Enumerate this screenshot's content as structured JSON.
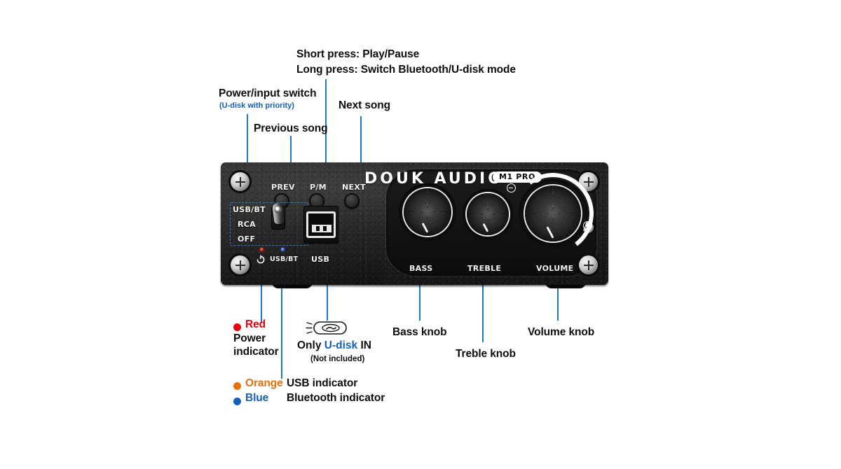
{
  "product": {
    "brand": "DOUK AUDIO",
    "model": "M1 PRO",
    "faceplate": {
      "buttons": [
        {
          "label": "PREV",
          "name": "prev-button"
        },
        {
          "label": "P/M",
          "name": "play-mode-button"
        },
        {
          "label": "NEXT",
          "name": "next-button"
        }
      ],
      "switch_positions": [
        "USB/BT",
        "RCA",
        "OFF"
      ],
      "indicator_labels": [
        "USB/BT"
      ],
      "port_label": "USB",
      "knob_labels": [
        "BASS",
        "TREBLE",
        "VOLUME"
      ],
      "volume_minus": "−",
      "volume_plus": "+"
    }
  },
  "annotations": {
    "pm_line1": "Short press: Play/Pause",
    "pm_line2": "Long press: Switch Bluetooth/U-disk mode",
    "power_switch_title": "Power/input switch",
    "power_switch_sub": "(U-disk with priority)",
    "previous_song": "Previous song",
    "next_song": "Next song",
    "bass_knob": "Bass knob",
    "treble_knob": "Treble knob",
    "volume_knob": "Volume knob",
    "udisk_line1_pre": "Only ",
    "udisk_line1_mid": "U-disk",
    "udisk_line1_post": " IN",
    "udisk_line2": "(Not included)",
    "legend": [
      {
        "color_name": "Red",
        "color": "#E8000D",
        "desc_line1": "Power",
        "desc_line2": "indicator"
      },
      {
        "color_name": "Orange",
        "color": "#E8700A",
        "desc_line1": "USB indicator"
      },
      {
        "color_name": "Blue",
        "color": "#1560BD",
        "desc_line1": "Bluetooth indicator"
      }
    ]
  },
  "colors": {
    "leader_line": "#2076C4",
    "accent_blue": "#1560BD",
    "red": "#E8000D",
    "orange": "#E8700A",
    "text": "#0d0d0d",
    "chassis": "#1a1a1a"
  }
}
